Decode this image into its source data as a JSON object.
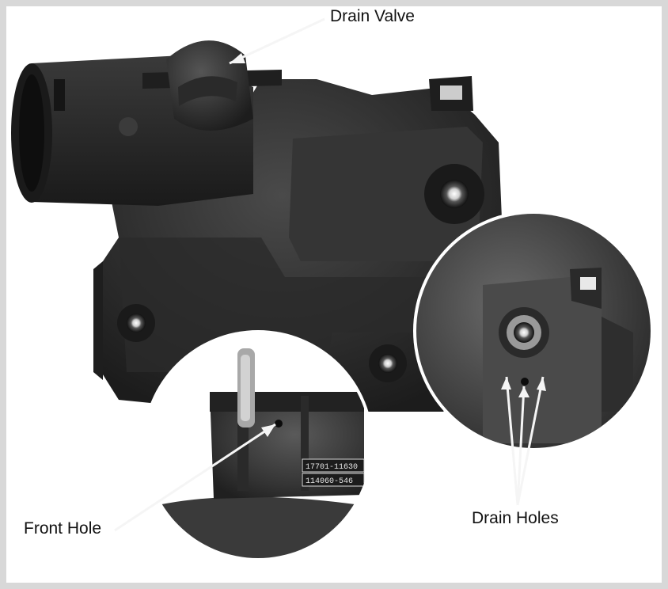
{
  "labels": {
    "drain_valve": "Drain Valve",
    "front_hole": "Front Hole",
    "drain_holes": "Drain Holes"
  },
  "inset_text": {
    "part_number_1": "17701-11630",
    "part_number_2": "114060-546"
  },
  "colors": {
    "background": "#d8d8d8",
    "frame": "#ffffff",
    "plastic": "#2b2b2b",
    "plastic_highlight": "#4a4a4a",
    "callout_line": "#f2f2f2"
  }
}
